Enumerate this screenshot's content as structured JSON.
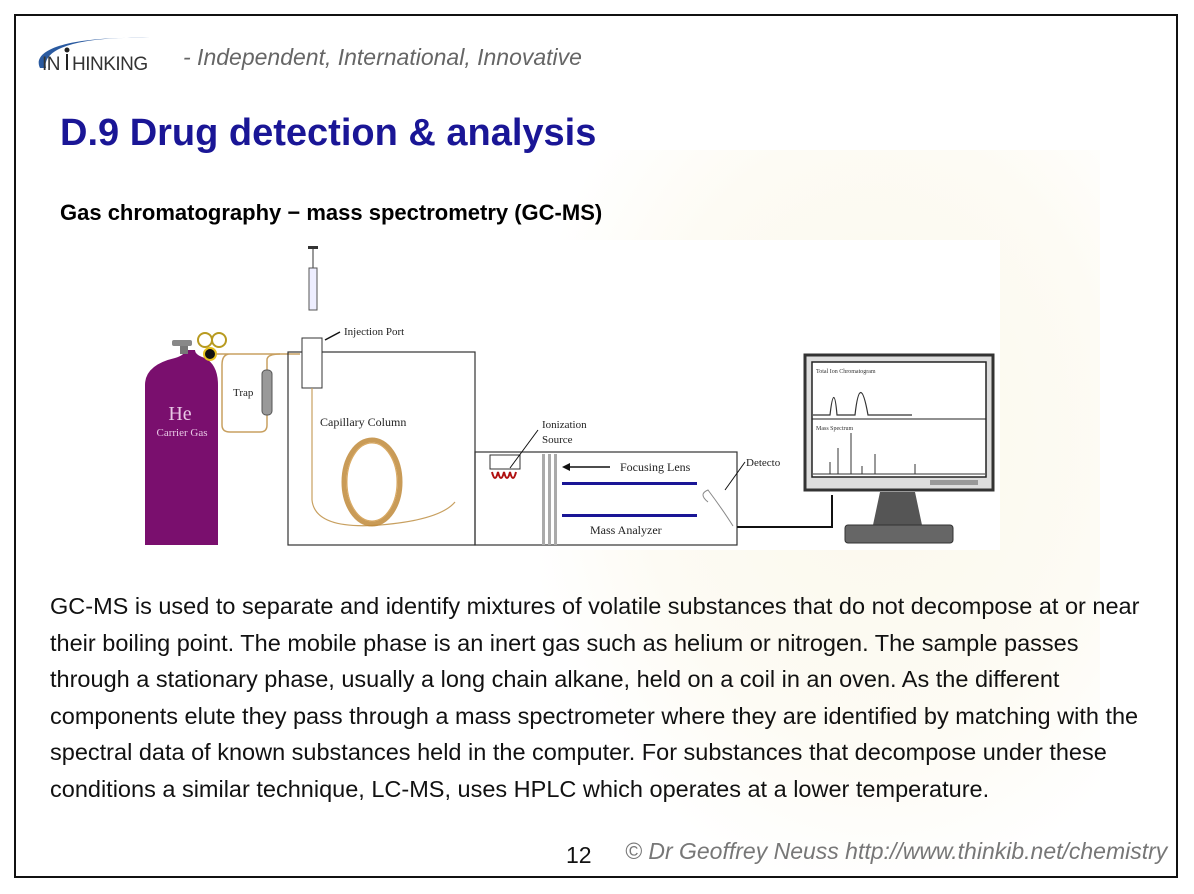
{
  "header": {
    "logo_text": "INTHINKING",
    "tagline": "- Independent, International, Innovative"
  },
  "slide": {
    "title": "D.9 Drug detection & analysis",
    "subtitle": "Gas chromatography − mass spectrometry (GC-MS)",
    "body": "GC-MS is used to separate and identify mixtures of volatile substances that do not decompose at or near their boiling point. The mobile phase is an inert gas such as helium or nitrogen. The sample passes through a stationary phase, usually a long chain alkane, held on a coil in an oven. As the different components elute they pass through a mass spectrometer where they are identified by matching with the spectral data of known substances held in the computer. For substances that decompose under these conditions a similar technique, LC-MS, uses HPLC which operates at a lower temperature."
  },
  "diagram": {
    "labels": {
      "gas_symbol": "He",
      "gas_name": "Carrier Gas",
      "trap": "Trap",
      "injection_port": "Injection Port",
      "capillary_column": "Capillary Column",
      "ionization_1": "Ionization",
      "ionization_2": "Source",
      "focusing_lens": "Focusing Lens",
      "mass_analyzer": "Mass Analyzer",
      "detector": "Detecto",
      "tic": "Total Ion Chromatogram",
      "mass_spectrum": "Mass Spectrum"
    },
    "colors": {
      "cylinder": "#7a0f6e",
      "tubing": "#c8a060",
      "coil": "#c08a3a",
      "lens": "#1a1696",
      "filament": "#b01010"
    }
  },
  "footer": {
    "page_number": "12",
    "credit": "© Dr Geoffrey Neuss http://www.thinkib.net/chemistry"
  }
}
